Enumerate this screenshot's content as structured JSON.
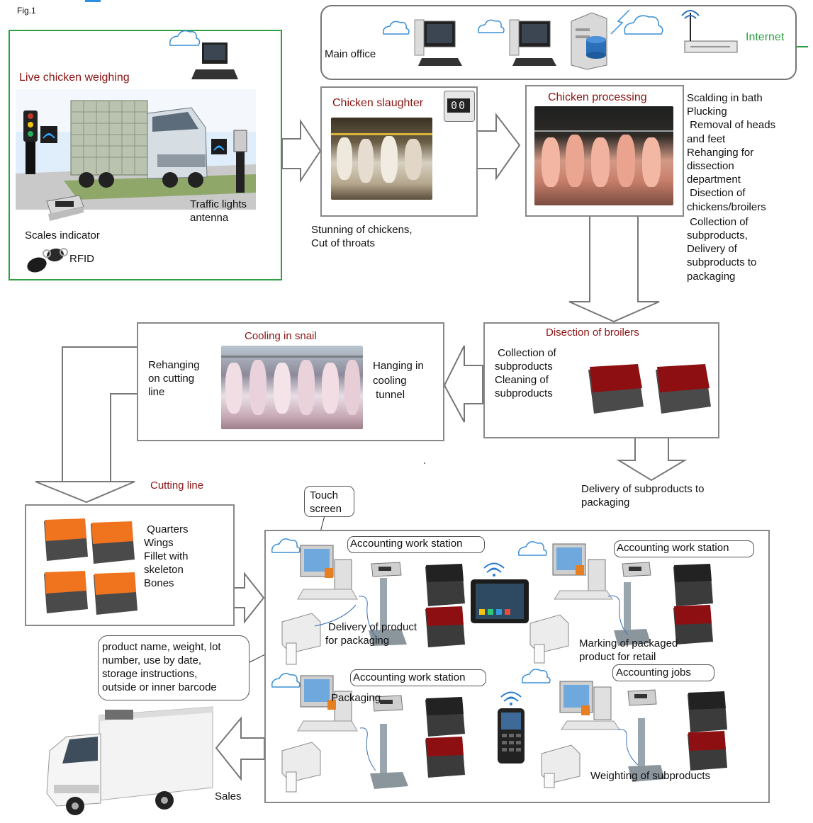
{
  "figure_label": "Fig.1",
  "main_office": {
    "label": "Main office",
    "internet": "Internet"
  },
  "weighing": {
    "title": "Live chicken weighing",
    "traffic": [
      "Traffic lights",
      "antenna"
    ],
    "scales": "Scales indicator",
    "rfid": "RFID"
  },
  "slaughter": {
    "title": "Chicken slaughter",
    "counter": "00",
    "caption": [
      "Stunning of chickens,",
      "Cut of throats"
    ]
  },
  "processing": {
    "title": "Chicken processing",
    "steps": [
      "Scalding in bath",
      "Plucking",
      " Removal of heads",
      "and feet",
      "Rehanging for",
      "dissection",
      "department",
      " Disection of",
      "chickens/broilers",
      " Collection of",
      "subproducts,",
      "Delivery of",
      "subproducts to",
      "packaging"
    ]
  },
  "broilers": {
    "title": "Disection of broilers",
    "items": [
      " Collection of",
      "subproducts",
      "Cleaning of",
      "subproducts"
    ],
    "delivery": [
      "Delivery of subproducts to",
      "packaging"
    ]
  },
  "cooling": {
    "title": "Cooling in snail",
    "left": [
      "Rehanging",
      "on cutting",
      "line"
    ],
    "right": [
      "Hanging in",
      "cooling",
      " tunnel"
    ]
  },
  "cutting": {
    "title": "Cutting line",
    "items": [
      " Quarters",
      "Wings",
      "Fillet with",
      "skeleton",
      "Bones"
    ]
  },
  "touch_screen": [
    "Touch",
    "screen"
  ],
  "stations": {
    "s1": "Accounting work station",
    "s2": "Accounting work station",
    "s3": "Accounting work station",
    "s4": "Accounting jobs"
  },
  "notes": {
    "delivery_product": [
      "Delivery of product",
      "for packaging"
    ],
    "marking": [
      "Marking of packaged",
      "product for retail"
    ],
    "packaging": "Packaging",
    "weighting": "Weighting of subproducts"
  },
  "label_info": [
    "product name, weight, lot",
    "number, use by date,",
    "storage instructions,",
    "outside or inner barcode"
  ],
  "sales": "Sales",
  "colors": {
    "green": "#2ea043",
    "dark_red": "#8b1414",
    "crate_red": "#8e0f12",
    "crate_orange": "#f0731e"
  }
}
